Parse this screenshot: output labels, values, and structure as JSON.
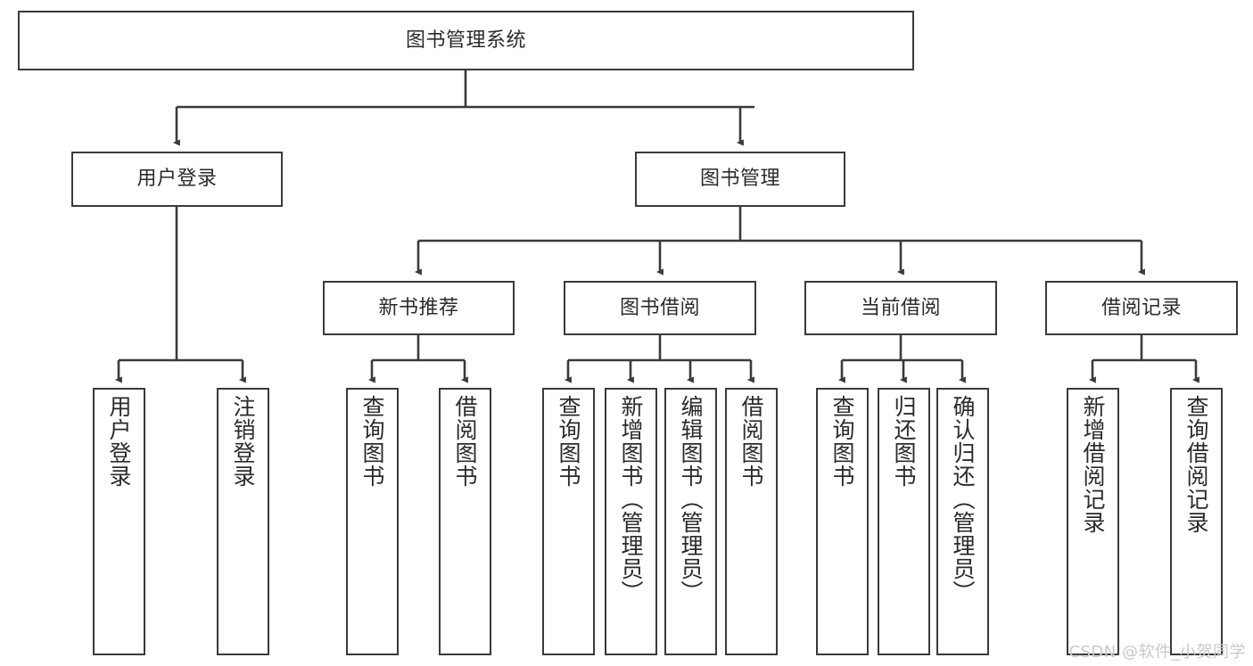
{
  "diagram": {
    "type": "tree-hierarchy-chart",
    "title": "图书管理系统",
    "watermark": "CSDN @软件_小贺同学",
    "stroke_color": "#3a3a3a",
    "text_color": "#2b2b2b",
    "background_color": "#ffffff",
    "levels": {
      "root": {
        "label": "图书管理系统"
      },
      "level2": [
        {
          "id": "user-login",
          "label": "用户登录"
        },
        {
          "id": "book-management",
          "label": "图书管理"
        }
      ],
      "level3": [
        {
          "id": "new-book-recommend",
          "label": "新书推荐",
          "parent": "book-management"
        },
        {
          "id": "book-borrow",
          "label": "图书借阅",
          "parent": "book-management"
        },
        {
          "id": "current-borrow",
          "label": "当前借阅",
          "parent": "book-management"
        },
        {
          "id": "borrow-record",
          "label": "借阅记录",
          "parent": "book-management"
        }
      ],
      "leaves": {
        "user-login": [
          {
            "id": "leaf-user-login",
            "label": "用户登录"
          },
          {
            "id": "leaf-logout-login",
            "label": "注销登录"
          }
        ],
        "new-book-recommend": [
          {
            "id": "leaf-query-book-1",
            "label": "查询图书"
          },
          {
            "id": "leaf-borrow-book-1",
            "label": "借阅图书"
          }
        ],
        "book-borrow": [
          {
            "id": "leaf-query-book-2",
            "label": "查询图书"
          },
          {
            "id": "leaf-add-book",
            "label": "新增图书（管理员）"
          },
          {
            "id": "leaf-edit-book",
            "label": "编辑图书（管理员）"
          },
          {
            "id": "leaf-borrow-book-2",
            "label": "借阅图书"
          }
        ],
        "current-borrow": [
          {
            "id": "leaf-query-book-3",
            "label": "查询图书"
          },
          {
            "id": "leaf-return-book",
            "label": "归还图书"
          },
          {
            "id": "leaf-confirm-return",
            "label": "确认归还（管理员）"
          }
        ],
        "borrow-record": [
          {
            "id": "leaf-add-record",
            "label": "新增借阅记录"
          },
          {
            "id": "leaf-query-record",
            "label": "查询借阅记录"
          }
        ]
      }
    }
  }
}
